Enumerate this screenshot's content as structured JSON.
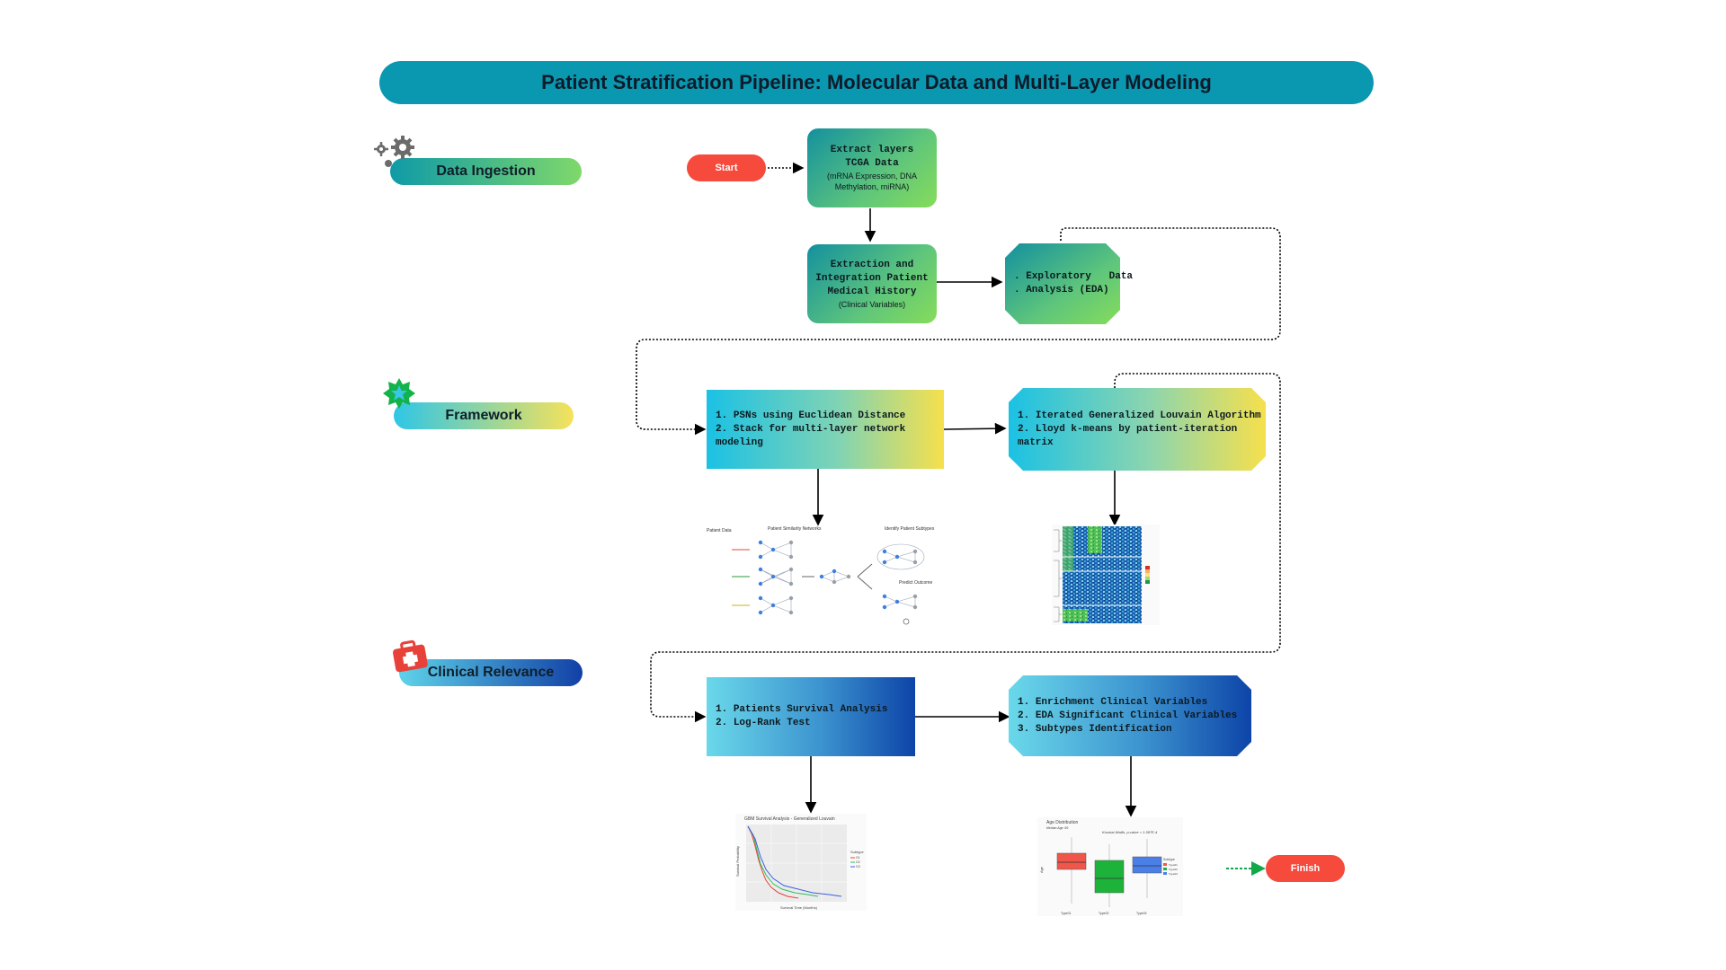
{
  "title": "Patient Stratification Pipeline: Molecular Data and Multi-Layer Modeling",
  "phases": {
    "data_ingestion": "Data Ingestion",
    "framework": "Framework",
    "clinical_relevance": "Clinical Relevance"
  },
  "start_label": "Start",
  "finish_label": "Finish",
  "nodes": {
    "extract": {
      "title1": "Extract layers",
      "title2": "TCGA Data",
      "sub": "(mRNA Expression, DNA Methylation, miRNA)"
    },
    "integration": {
      "title1": "Extraction and",
      "title2": "Integration Patient",
      "title3": "Medical History",
      "sub": "(Clinical Variables)"
    },
    "eda": {
      "title1": "Exploratory   Data",
      "title2": "Analysis (EDA)"
    },
    "psn": {
      "items": [
        "PSNs using Euclidean Distance",
        "Stack for multi-layer network modeling"
      ]
    },
    "louvain": {
      "items": [
        "Iterated Generalized Louvain Algorithm",
        "Lloyd k-means by patient-iteration matrix"
      ]
    },
    "survival": {
      "items": [
        "Patients Survival Analysis",
        "Log-Rank Test"
      ]
    },
    "enrichment": {
      "items": [
        "Enrichment Clinical Variables",
        "EDA Significant Clinical Variables",
        "Subtypes Identification"
      ]
    }
  },
  "figures": {
    "network": {
      "col1": "Patient Data",
      "col2": "Patient Similarity Networks",
      "col3": "Identify Patient Subtypes",
      "col4": "Predict Outcome"
    },
    "survival_plot": {
      "title": "GBM Survival Analysis - Generalized Louvain",
      "ylabel": "Survival Probability",
      "xlabel": "Survival Time (Months)",
      "legend_title": "Subtype",
      "legend": [
        "G1",
        "G2",
        "G3"
      ]
    },
    "boxplot": {
      "title": "Age Distribution",
      "subtitle": "Median Age: 59",
      "stat": "Kruskal-Wallis, p-value = 1.587E-4",
      "ylabel": "Age",
      "legend_title": "Subtype",
      "legend": [
        "Type01",
        "Type02",
        "Type03"
      ],
      "xticks": [
        "Type01",
        "Type02",
        "Type03"
      ]
    }
  },
  "colors": {
    "banner": "#0a97b0",
    "start_finish": "#f54a3c"
  }
}
